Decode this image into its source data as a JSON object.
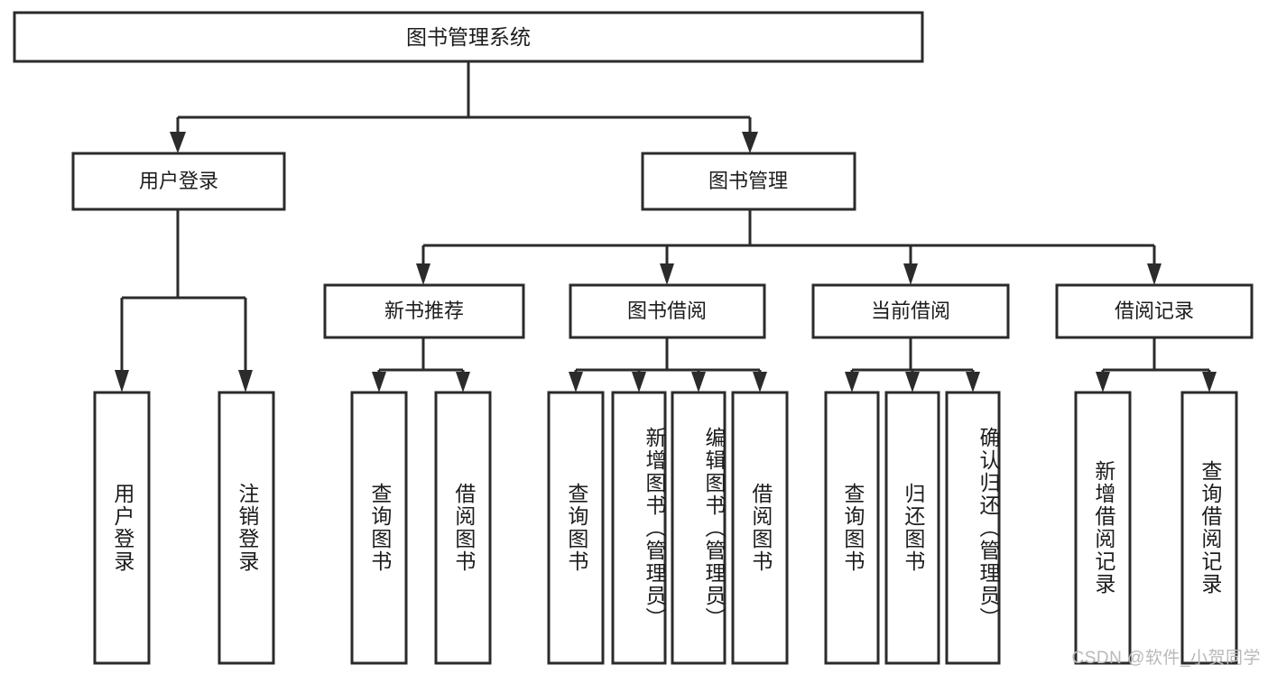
{
  "diagram": {
    "title": "图书管理系统",
    "type": "tree",
    "orientation": "top-down",
    "colors": {
      "box_fill": "#ffffff",
      "box_stroke": "#2b2b2b",
      "text": "#1c1c1c",
      "watermark": "#b9b9b9",
      "background": "#ffffff"
    },
    "root": {
      "label": "图书管理系统"
    },
    "level2": [
      {
        "label": "用户登录"
      },
      {
        "label": "图书管理"
      }
    ],
    "level3": [
      {
        "label": "新书推荐"
      },
      {
        "label": "图书借阅"
      },
      {
        "label": "当前借阅"
      },
      {
        "label": "借阅记录"
      }
    ],
    "leaves": {
      "user_login": [
        {
          "label": "用户登录"
        },
        {
          "label": "注销登录"
        }
      ],
      "new_book_recommend": [
        {
          "label": "查询图书"
        },
        {
          "label": "借阅图书"
        }
      ],
      "book_borrow": [
        {
          "label": "查询图书"
        },
        {
          "label": "新增图书（管理员）"
        },
        {
          "label": "编辑图书（管理员）"
        },
        {
          "label": "借阅图书"
        }
      ],
      "current_borrow": [
        {
          "label": "查询图书"
        },
        {
          "label": "归还图书"
        },
        {
          "label": "确认归还（管理员）"
        }
      ],
      "borrow_record": [
        {
          "label": "新增借阅记录"
        },
        {
          "label": "查询借阅记录"
        }
      ]
    }
  },
  "watermark": {
    "text": "CSDN @软件_小贺同学"
  }
}
